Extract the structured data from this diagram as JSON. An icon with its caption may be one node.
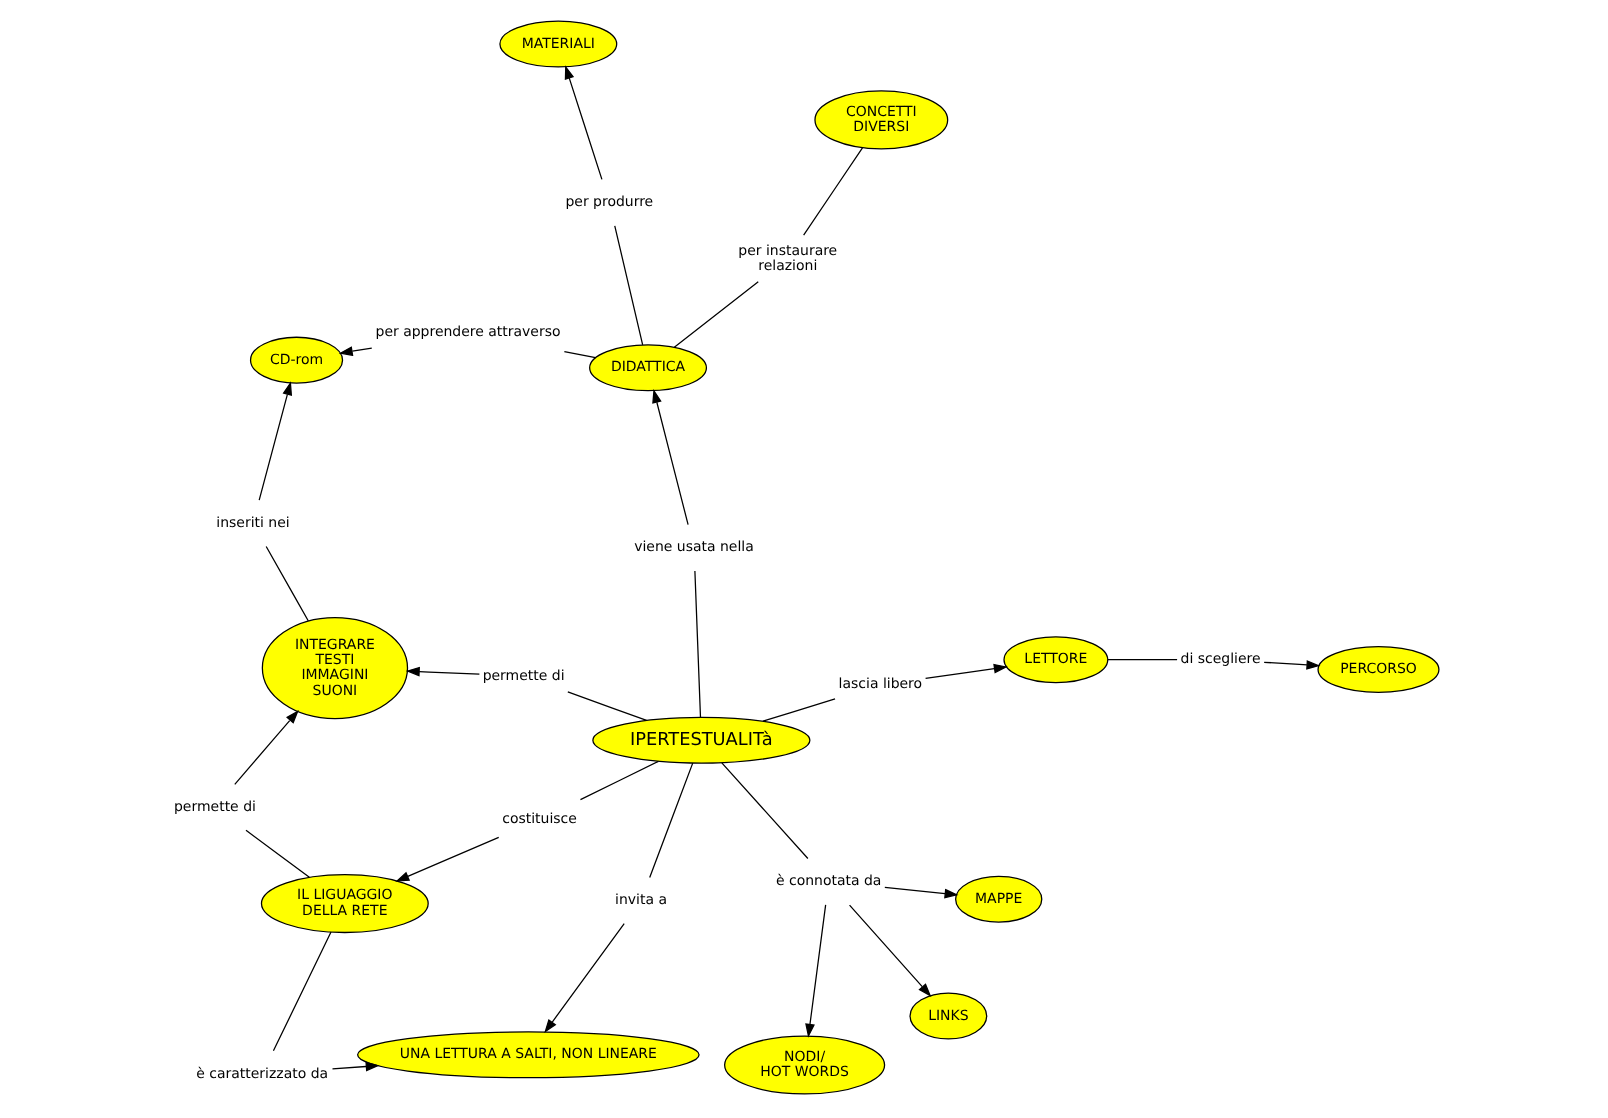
{
  "diagram": {
    "nodes": [
      {
        "text": [
          "CONCETTI DIVERSI"
        ]
      },
      {
        "text": [
          "MATERIALI"
        ]
      },
      {
        "text": [
          "CD-rom"
        ]
      },
      {
        "text": [
          "per instaurare relazioni"
        ]
      },
      {
        "text": [
          "per produrre"
        ]
      },
      {
        "text": [
          "per apprendere attraverso"
        ]
      },
      {
        "text": [
          "inseriti nei"
        ]
      },
      {
        "text": [
          "DIDATTICA"
        ]
      },
      {
        "text": [
          "INTEGRARE TESTI IMMAGINI SUONI"
        ]
      },
      {
        "text": [
          "viene usata nella"
        ]
      },
      {
        "text": [
          "permette di"
        ]
      },
      {
        "text": [
          "LETTORE"
        ]
      },
      {
        "text": [
          "permette di"
        ]
      },
      {
        "text": [
          "lascia libero"
        ]
      },
      {
        "text": [
          "di scegliere"
        ]
      },
      {
        "text": [
          "IPERTESTUALITà"
        ]
      },
      {
        "text": [
          "costituisce"
        ]
      },
      {
        "text": [
          "PERCORSO"
        ]
      },
      {
        "text": [
          "IL LIGUAGGIO DELLA RETE"
        ]
      },
      {
        "text": [
          "invita a"
        ]
      },
      {
        "text": [
          "è connotata da"
        ]
      },
      {
        "text": [
          "MAPPE"
        ]
      },
      {
        "text": [
          "UNA LETTURA A SALTI, NON LINEARE"
        ]
      },
      {
        "text": [
          "NODI/ HOT WORDS"
        ]
      },
      {
        "text": [
          "LINKS"
        ]
      },
      {
        "text": [
          "è caratterizzato da"
        ]
      }
    ],
    "edges": [
      {
        "from": 7,
        "to": 3,
        "arrow": "none"
      },
      {
        "from": 3,
        "to": 0,
        "arrow": "none"
      },
      {
        "from": 7,
        "to": 4,
        "arrow": "none"
      },
      {
        "from": 4,
        "to": 1,
        "arrow": "to"
      },
      {
        "from": 7,
        "to": 5,
        "arrow": "none"
      },
      {
        "from": 5,
        "to": 2,
        "arrow": "to"
      },
      {
        "from": 8,
        "to": 6,
        "arrow": "none"
      },
      {
        "from": 6,
        "to": 2,
        "arrow": "to"
      },
      {
        "from": 15,
        "to": 9,
        "arrow": "none"
      },
      {
        "from": 9,
        "to": 7,
        "arrow": "to"
      },
      {
        "from": 15,
        "to": 10,
        "arrow": "none"
      },
      {
        "from": 10,
        "to": 8,
        "arrow": "to"
      },
      {
        "from": 15,
        "to": 13,
        "arrow": "none"
      },
      {
        "from": 13,
        "to": 11,
        "arrow": "to"
      },
      {
        "from": 11,
        "to": 14,
        "arrow": "none"
      },
      {
        "from": 14,
        "to": 17,
        "arrow": "to"
      },
      {
        "from": 18,
        "to": 12,
        "arrow": "none"
      },
      {
        "from": 12,
        "to": 8,
        "arrow": "to"
      },
      {
        "from": 15,
        "to": 16,
        "arrow": "none"
      },
      {
        "from": 16,
        "to": 18,
        "arrow": "to"
      },
      {
        "from": 15,
        "to": 19,
        "arrow": "none"
      },
      {
        "from": 19,
        "to": 22,
        "arrow": "to"
      },
      {
        "from": 15,
        "to": 20,
        "arrow": "none"
      },
      {
        "from": 20,
        "to": 21,
        "arrow": "to"
      },
      {
        "from": 20,
        "to": 23,
        "arrow": "to"
      },
      {
        "from": 20,
        "to": 24,
        "arrow": "to"
      },
      {
        "from": 18,
        "to": 25,
        "arrow": "none"
      },
      {
        "from": 25,
        "to": 22,
        "arrow": "to"
      }
    ]
  }
}
